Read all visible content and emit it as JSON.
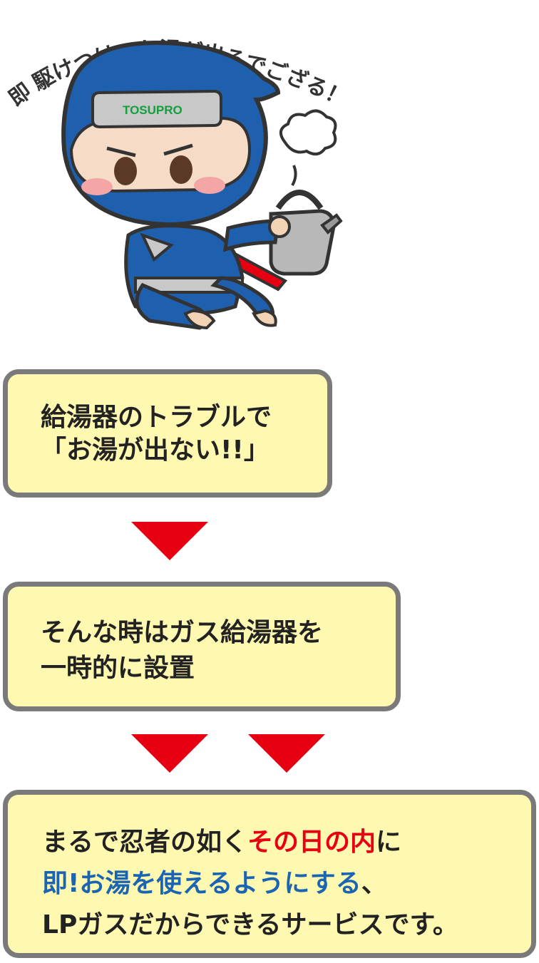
{
  "hero": {
    "tagline": "即 駆けつけ、お湯が出るでござる！",
    "cap_logo": "TOSUPRO"
  },
  "flow": {
    "step1": {
      "line1": "給湯器のトラブルで",
      "line2": "「お湯が出ない!!」"
    },
    "step2": {
      "line1": "そんな時はガス給湯器を",
      "line2": "一時的に設置"
    },
    "step3": {
      "line1_a": "まるで忍者の如く",
      "line1_b": "その日の内",
      "line1_c": "に",
      "line2_a": "即!お湯を使えるようにする",
      "line2_b": "、",
      "line3": "LPガスだからできるサービスです。"
    }
  },
  "colors": {
    "box_fill": "#fff8b0",
    "box_border": "#7a7a7a",
    "arrow": "#e60012",
    "emphasis_red": "#e60012",
    "emphasis_blue": "#1a64b4",
    "ninja_blue": "#1e5fae"
  }
}
